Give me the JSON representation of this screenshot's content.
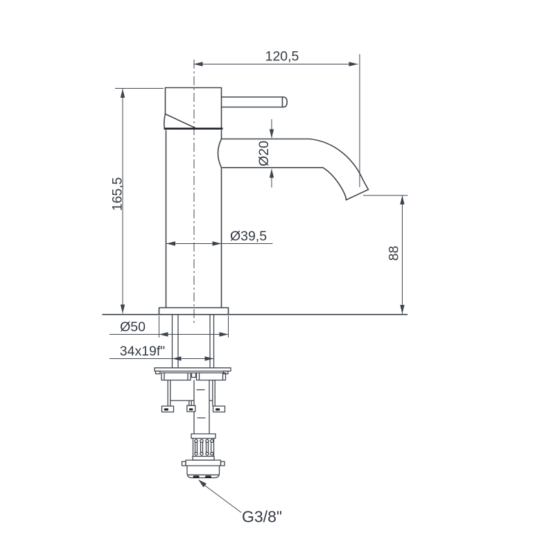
{
  "drawing": {
    "labels": {
      "reach": "120,5",
      "height": "165,5",
      "spout_dia": "Ø20",
      "body_dia": "Ø39,5",
      "outlet_height": "88",
      "base_dia": "Ø50",
      "shank_thread": "34x19f\"",
      "inlet_thread": "G3/8\""
    },
    "colors": {
      "line": "#3e444d",
      "seam": "#22262c",
      "text": "#343a42",
      "background": "#ffffff"
    }
  }
}
